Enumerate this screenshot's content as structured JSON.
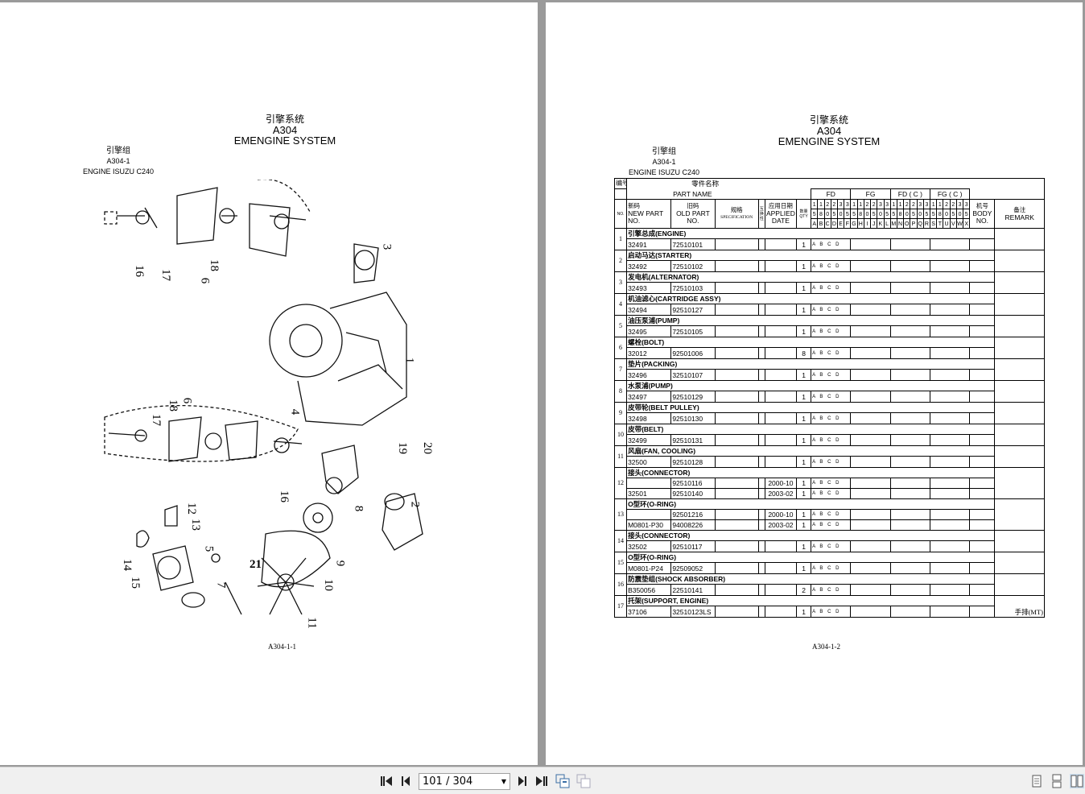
{
  "left_page": {
    "title_cn": "引擎系统",
    "title_code": "A304",
    "title_en": "EMENGINE SYSTEM",
    "group_cn": "引擎组",
    "group_code": "A304-1",
    "group_en": "ENGINE ISUZU C240",
    "callouts": [
      "16",
      "17",
      "18",
      "6",
      "3",
      "1",
      "4",
      "19",
      "20",
      "18",
      "6",
      "17",
      "16",
      "8",
      "2",
      "12",
      "13",
      "14",
      "15",
      "5",
      "7",
      "21",
      "9",
      "10",
      "11"
    ],
    "footer": "A304-1-1"
  },
  "right_page": {
    "title_cn": "引擎系统",
    "title_code": "A304",
    "title_en": "EMENGINE SYSTEM",
    "group_cn": "引擎组",
    "group_code": "A304-1",
    "group_en": "ENGINE ISUZU C240",
    "footer": "A304-1-2",
    "header": {
      "no_cn": "编号",
      "no": "NO.",
      "name_cn": "零件名称",
      "name_en": "PART NAME",
      "new_cn": "新码",
      "new_en": "NEW PART NO.",
      "old_cn": "旧码",
      "old_en": "OLD PART NO.",
      "spec_cn": "规格",
      "spec_en": "SPECIFICATION",
      "small": "互换性",
      "date_cn": "应用日期",
      "date_en": "APPLIED DATE",
      "qty": "数量QTY",
      "groups": [
        "FD",
        "FG",
        "FD ( C )",
        "FG ( C )"
      ],
      "digits_top": [
        "1",
        "1",
        "2",
        "2",
        "3",
        "3"
      ],
      "digits_bot": [
        "5",
        "8",
        "0",
        "5",
        "0",
        "5"
      ],
      "letters": [
        "A",
        "B",
        "C",
        "D",
        "E",
        "F",
        "G",
        "H",
        "I",
        "J",
        "K",
        "L",
        "M",
        "N",
        "O",
        "P",
        "Q",
        "R",
        "S",
        "T",
        "U",
        "V",
        "W",
        "X"
      ],
      "body_cn": "机号",
      "body_en": "BODY NO.",
      "remark_cn": "备注",
      "remark_en": "REMARK"
    },
    "parts": [
      {
        "no": "1",
        "name": "引擎总成(ENGINE)",
        "lines": [
          {
            "new": "32491",
            "old": "72510101",
            "date": "",
            "qty": "1",
            "codes": "A B C D"
          }
        ],
        "remark": ""
      },
      {
        "no": "2",
        "name": "启动马达(STARTER)",
        "lines": [
          {
            "new": "32492",
            "old": "72510102",
            "date": "",
            "qty": "1",
            "codes": "A B C D"
          }
        ],
        "remark": ""
      },
      {
        "no": "3",
        "name": "发电机(ALTERNATOR)",
        "lines": [
          {
            "new": "32493",
            "old": "72510103",
            "date": "",
            "qty": "1",
            "codes": "A B C D"
          }
        ],
        "remark": ""
      },
      {
        "no": "4",
        "name": "机油滤心(CARTRIDGE ASSY)",
        "lines": [
          {
            "new": "32494",
            "old": "92510127",
            "date": "",
            "qty": "1",
            "codes": "A B C D"
          }
        ],
        "remark": ""
      },
      {
        "no": "5",
        "name": "油压泵浦(PUMP)",
        "lines": [
          {
            "new": "32495",
            "old": "72510105",
            "date": "",
            "qty": "1",
            "codes": "A B C D"
          }
        ],
        "remark": ""
      },
      {
        "no": "6",
        "name": "螺栓(BOLT)",
        "lines": [
          {
            "new": "32012",
            "old": "92501006",
            "date": "",
            "qty": "8",
            "codes": "A B C D"
          }
        ],
        "remark": ""
      },
      {
        "no": "7",
        "name": "垫片(PACKING)",
        "lines": [
          {
            "new": "32496",
            "old": "32510107",
            "date": "",
            "qty": "1",
            "codes": "A B C D"
          }
        ],
        "remark": ""
      },
      {
        "no": "8",
        "name": "水泵浦(PUMP)",
        "lines": [
          {
            "new": "32497",
            "old": "92510129",
            "date": "",
            "qty": "1",
            "codes": "A B C D"
          }
        ],
        "remark": ""
      },
      {
        "no": "9",
        "name": "皮带轮(BELT PULLEY)",
        "lines": [
          {
            "new": "32498",
            "old": "92510130",
            "date": "",
            "qty": "1",
            "codes": "A B C D"
          }
        ],
        "remark": ""
      },
      {
        "no": "10",
        "name": "皮带(BELT)",
        "lines": [
          {
            "new": "32499",
            "old": "92510131",
            "date": "",
            "qty": "1",
            "codes": "A B C D"
          }
        ],
        "remark": ""
      },
      {
        "no": "11",
        "name": "风扇(FAN, COOLING)",
        "lines": [
          {
            "new": "32500",
            "old": "92510128",
            "date": "",
            "qty": "1",
            "codes": "A B C D"
          }
        ],
        "remark": ""
      },
      {
        "no": "12",
        "name": "接头(CONNECTOR)",
        "lines": [
          {
            "new": "",
            "old": "92510116",
            "date": "2000-10",
            "qty": "1",
            "codes": "A B C D"
          },
          {
            "new": "32501",
            "old": "92510140",
            "date": "2003-02",
            "qty": "1",
            "codes": "A B C D"
          }
        ],
        "remark": ""
      },
      {
        "no": "13",
        "name": "O型环(O-RING)",
        "lines": [
          {
            "new": "",
            "old": "92501216",
            "date": "2000-10",
            "qty": "1",
            "codes": "A B C D"
          },
          {
            "new": "M0801-P30",
            "old": "94008226",
            "date": "2003-02",
            "qty": "1",
            "codes": "A B C D"
          }
        ],
        "remark": ""
      },
      {
        "no": "14",
        "name": "接头(CONNECTOR)",
        "lines": [
          {
            "new": "32502",
            "old": "92510117",
            "date": "",
            "qty": "1",
            "codes": "A B C D"
          }
        ],
        "remark": ""
      },
      {
        "no": "15",
        "name": "O型环(O-RING)",
        "lines": [
          {
            "new": "M0801-P24",
            "old": "92509052",
            "date": "",
            "qty": "1",
            "codes": "A B C D"
          }
        ],
        "remark": ""
      },
      {
        "no": "16",
        "name": "防震垫组(SHOCK ABSORBER)",
        "lines": [
          {
            "new": "B350056",
            "old": "22510141",
            "date": "",
            "qty": "2",
            "codes": "A B C D"
          }
        ],
        "remark": ""
      },
      {
        "no": "17",
        "name": "托架(SUPPORT, ENGINE)",
        "lines": [
          {
            "new": "37106",
            "old": "32510123LS",
            "date": "",
            "qty": "1",
            "codes": "A B C D"
          }
        ],
        "remark": "手排(MT)"
      }
    ]
  },
  "toolbar": {
    "page_display": "101 / 304",
    "icons": [
      "first-page-icon",
      "prev-page-icon",
      "next-page-icon",
      "last-page-icon",
      "prev-view-icon",
      "next-view-icon",
      "single-page-icon",
      "continuous-icon",
      "two-page-icon"
    ]
  }
}
